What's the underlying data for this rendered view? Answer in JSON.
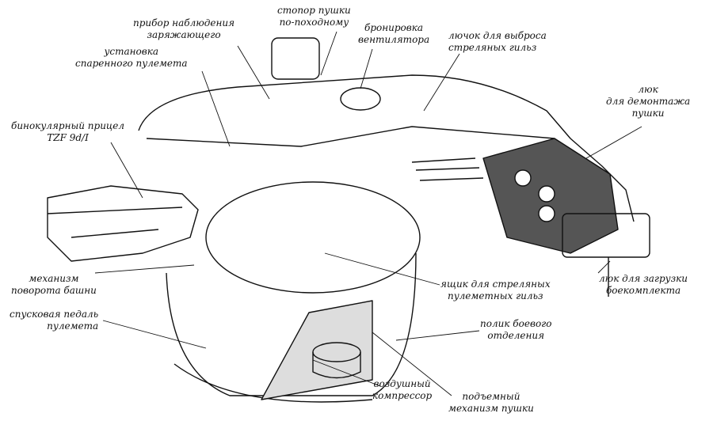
{
  "labels": {
    "pribor": [
      "прибор наблюдения",
      "заряжающего"
    ],
    "stopor": [
      "стопор пушки",
      "по-походному"
    ],
    "bronirovka": [
      "бронировка",
      "вентилятора"
    ],
    "lyuchok": [
      "лючок для выброса",
      "стреляных гильз"
    ],
    "ustanovka": [
      "установка",
      "спаренного пулемета"
    ],
    "lyuk_demont": [
      "люк",
      "для демонтажа",
      "пушки"
    ],
    "binok": [
      "бинокулярный прицел",
      "TZF 9d/I"
    ],
    "mekh_pov": [
      "механизм",
      "поворота башни"
    ],
    "yashchik": [
      "ящик для стреляных",
      "пулеметных гильз"
    ],
    "lyuk_zagr": [
      "люк для загрузки",
      "боекомплекта"
    ],
    "spusk": [
      "спусковая педаль",
      "пулемета"
    ],
    "polik": [
      "полик боевого",
      "отделения"
    ],
    "vozd": [
      "воздушный",
      "компрессор"
    ],
    "podyem": [
      "подъемный",
      "механизм пушки"
    ]
  },
  "colors": {
    "ink": "#111111",
    "paper": "#ffffff"
  }
}
